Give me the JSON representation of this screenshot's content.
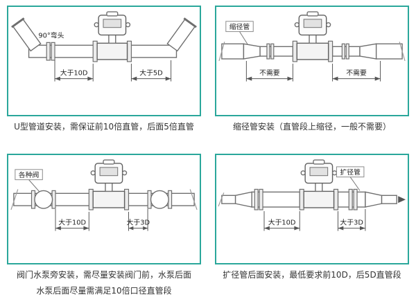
{
  "colors": {
    "panel_border": "#2aa79b",
    "diagram_line": "#6e6e6e",
    "caption_text": "#333333"
  },
  "panels": [
    {
      "name": "u-type-installation",
      "labels": {
        "part": "90°弯头",
        "dim1": "大于10D",
        "dim2": "大于5D"
      },
      "caption": "U型管道安装，需保证前10倍直管，后面5倍直管",
      "caption2": ""
    },
    {
      "name": "reducer-installation",
      "labels": {
        "part": "缩径管",
        "dim1": "不需要",
        "dim2": "不需要"
      },
      "caption": "缩径管安装（直管段上缩径，一般不需要）",
      "caption2": ""
    },
    {
      "name": "valve-pump-installation",
      "labels": {
        "part": "各种阀",
        "dim1": "大于10D",
        "dim2": "大于3D"
      },
      "caption": "阀门水泵旁安装，需尽量安装阀门前，水泵后面",
      "caption2": "水泵后面尽量需满足10倍口径直管段"
    },
    {
      "name": "expander-installation",
      "labels": {
        "part": "扩径管",
        "dim1": "大于10D",
        "dim2": "大于3D"
      },
      "caption": "扩径管后面安装，最低要求前10D，后5D直管段",
      "caption2": ""
    }
  ]
}
